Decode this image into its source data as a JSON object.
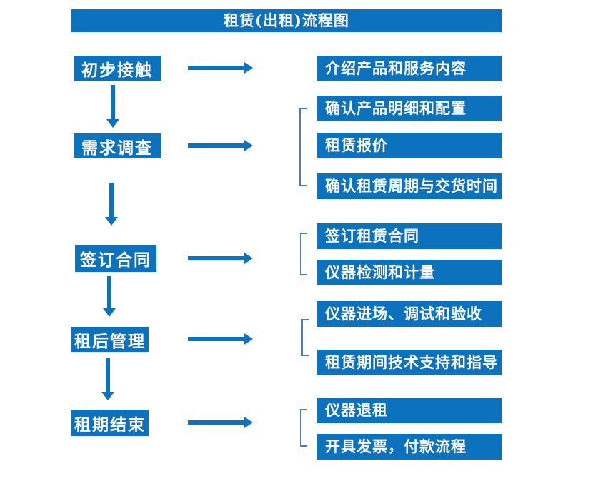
{
  "title": "租赁(出租)流程图",
  "colors": {
    "accent": "#0C72BE",
    "bracket": "#4A7CC4",
    "text": "#FFFFFF",
    "background": "#FFFFFF"
  },
  "flow": [
    {
      "step": "初步接触",
      "details": [
        "介绍产品和服务内容"
      ]
    },
    {
      "step": "需求调查",
      "details": [
        "确认产品明细和配置",
        "租赁报价",
        "确认租赁周期与交货时间"
      ]
    },
    {
      "step": "签订合同",
      "details": [
        "签订租赁合同",
        "仪器检测和计量"
      ]
    },
    {
      "step": "租后管理",
      "details": [
        "仪器进场、调试和验收",
        "租赁期间技术支持和指导"
      ]
    },
    {
      "step": "租期结束",
      "details": [
        "仪器退租",
        "开具发票，付款流程"
      ]
    }
  ]
}
